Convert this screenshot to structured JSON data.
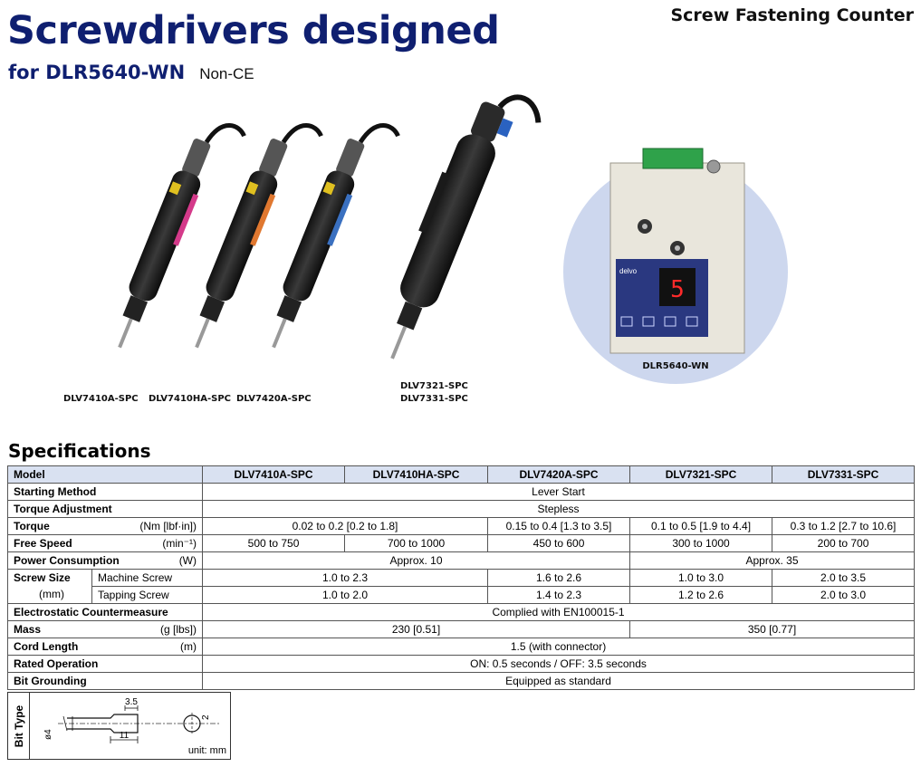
{
  "header": {
    "title": "Screwdrivers designed",
    "subtitle": "for DLR5640-WN",
    "subtitle_tag": "Non-CE",
    "right_label": "Screw Fastening Counter"
  },
  "products": {
    "captions": [
      "DLV7410A-SPC",
      "DLV7410HA-SPC",
      "DLV7420A-SPC",
      "DLV7321-SPC",
      "DLV7331-SPC"
    ],
    "controller_caption": "DLR5640-WN",
    "controller_display": "5",
    "controller_brand": "delvo"
  },
  "specs": {
    "title": "Specifications",
    "models": [
      "DLV7410A-SPC",
      "DLV7410HA-SPC",
      "DLV7420A-SPC",
      "DLV7321-SPC",
      "DLV7331-SPC"
    ],
    "model_label": "Model",
    "starting_method": {
      "label": "Starting Method",
      "value": "Lever Start"
    },
    "torque_adjustment": {
      "label": "Torque Adjustment",
      "value": "Stepless"
    },
    "torque": {
      "label": "Torque",
      "unit": "(Nm [lbf·in])",
      "values": [
        "0.02 to 0.2 [0.2 to 1.8]",
        "0.15 to 0.4 [1.3 to 3.5]",
        "0.1 to 0.5 [1.9 to 4.4]",
        "0.3 to 1.2 [2.7 to 10.6]"
      ]
    },
    "free_speed": {
      "label": "Free Speed",
      "unit": "(min⁻¹)",
      "values": [
        "500 to 750",
        "700 to 1000",
        "450 to 600",
        "300 to 1000",
        "200 to 700"
      ]
    },
    "power": {
      "label": "Power Consumption",
      "unit": "(W)",
      "values": [
        "Approx. 10",
        "Approx. 35"
      ]
    },
    "screw_size": {
      "label": "Screw Size",
      "unit": "(mm)",
      "machine": {
        "label": "Machine Screw",
        "values": [
          "1.0 to 2.3",
          "1.6 to 2.6",
          "1.0 to 3.0",
          "2.0 to 3.5"
        ]
      },
      "tapping": {
        "label": "Tapping Screw",
        "values": [
          "1.0 to 2.0",
          "1.4 to 2.3",
          "1.2 to 2.6",
          "2.0 to 3.0"
        ]
      }
    },
    "esd": {
      "label": "Electrostatic Countermeasure",
      "value": "Complied with EN100015-1"
    },
    "mass": {
      "label": "Mass",
      "unit": "(g [lbs])",
      "values": [
        "230 [0.51]",
        "350 [0.77]"
      ]
    },
    "cord": {
      "label": "Cord Length",
      "unit": "(m)",
      "value": "1.5 (with connector)"
    },
    "rated": {
      "label": "Rated Operation",
      "value": "ON: 0.5 seconds / OFF: 3.5 seconds"
    },
    "grounding": {
      "label": "Bit Grounding",
      "value": "Equipped as standard"
    }
  },
  "bit_type": {
    "label": "Bit Type",
    "dims": {
      "width_across": "3.5",
      "length": "11",
      "diameter": "ø4",
      "circle": "2"
    },
    "unit": "unit: mm"
  }
}
